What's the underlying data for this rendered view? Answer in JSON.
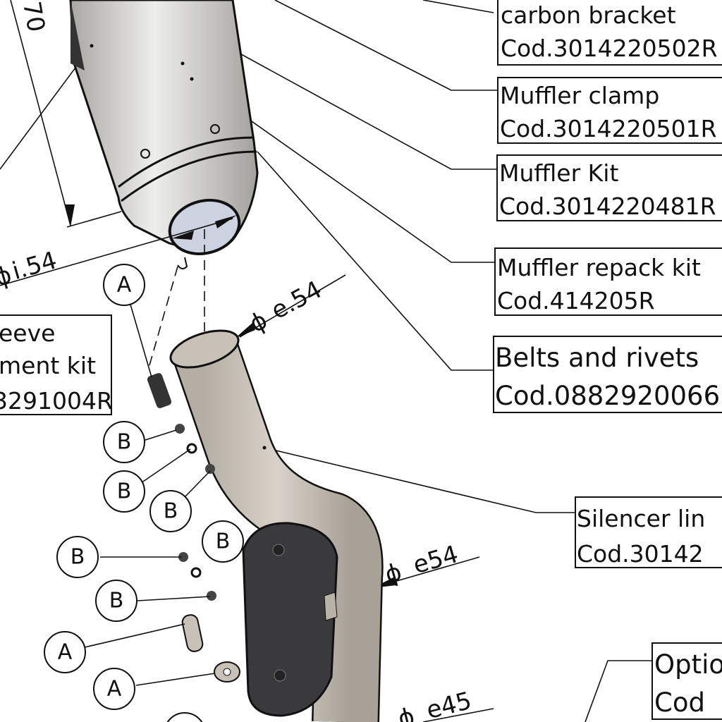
{
  "labels": [
    {
      "name": "carbon bracket",
      "code": "Cod.3014220502R"
    },
    {
      "name": "Muffler clamp",
      "code": "Cod.3014220501R"
    },
    {
      "name": "Muffler Kit",
      "code": "Cod.3014220481R"
    },
    {
      "name": "Muffler repack kit",
      "code": "Cod.414205R"
    },
    {
      "name": "Belts and rivets",
      "code": "Cod.0882920066"
    },
    {
      "name": "Silencer lin",
      "code": "Cod.30142"
    },
    {
      "name": "Optio",
      "code": "Cod"
    }
  ],
  "left_label": {
    "line1": "eeve",
    "line2": "ment kit",
    "line3": "3291004R"
  },
  "dimensions": {
    "length": "70",
    "inner_dia": "i.54",
    "outer_dia_1": "e.54",
    "outer_dia_2": "e54",
    "outer_dia_3": "e45",
    "phi": "ϕ"
  },
  "balloons": [
    "A",
    "B",
    "B",
    "B",
    "B",
    "B",
    "B",
    "A",
    "A"
  ],
  "colors": {
    "muffler": "#c9c7c4",
    "pipe": "#c8c1b8",
    "shield": "#3a3a3c",
    "line": "#111111"
  }
}
